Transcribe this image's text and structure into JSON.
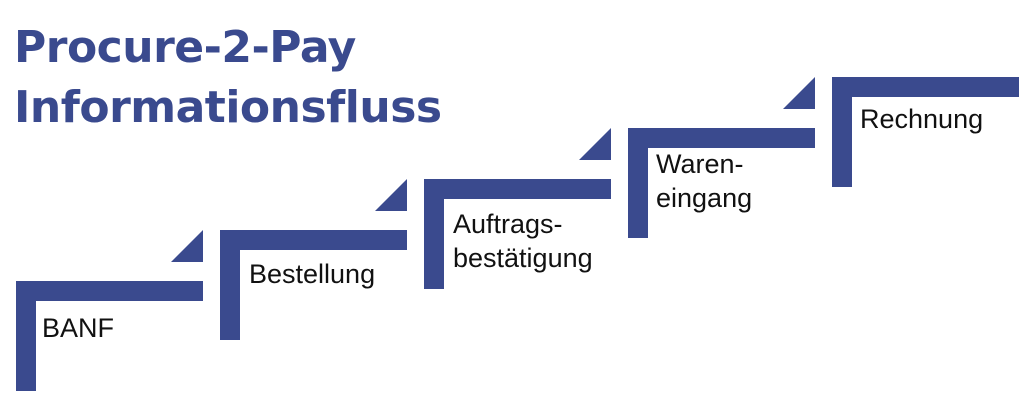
{
  "title": {
    "line1": "Procure-2-Pay",
    "line2": "Informationsfluss"
  },
  "colors": {
    "accent": "#3a4a8e",
    "text": "#111111"
  },
  "steps": [
    {
      "lines": [
        "BANF"
      ]
    },
    {
      "lines": [
        "Bestellung"
      ]
    },
    {
      "lines": [
        "Auftrags-",
        "bestätigung"
      ]
    },
    {
      "lines": [
        "Waren-",
        "eingang"
      ]
    },
    {
      "lines": [
        "Rechnung"
      ]
    }
  ]
}
